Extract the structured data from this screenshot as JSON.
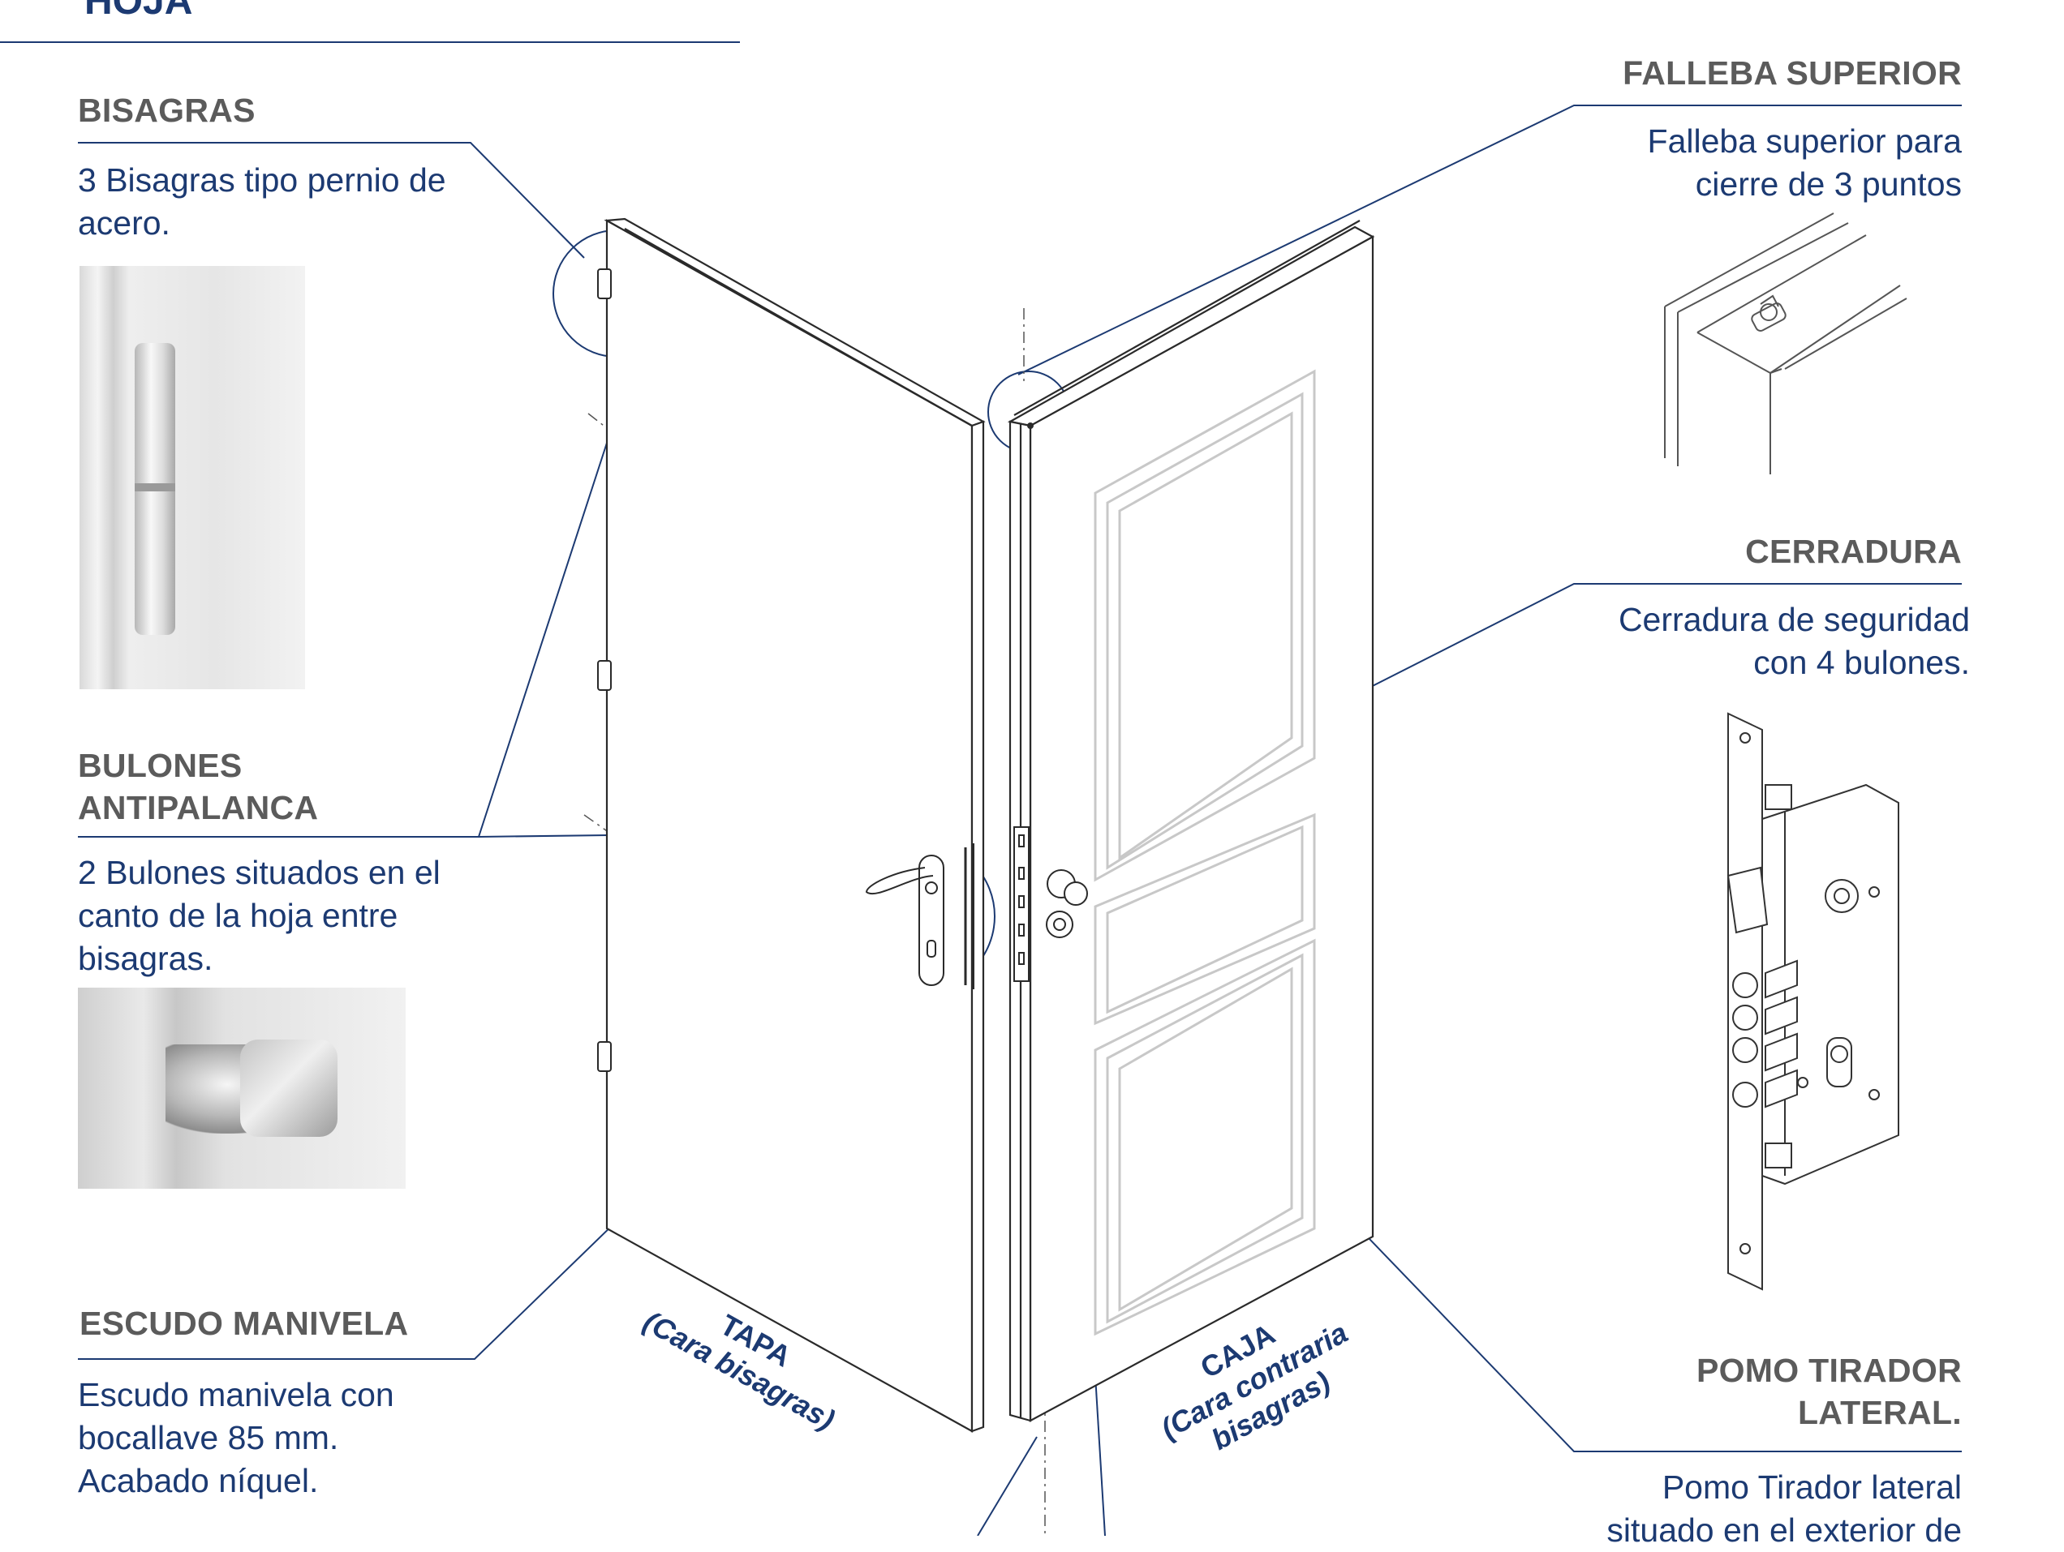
{
  "header": {
    "title": "HOJA"
  },
  "bisagras": {
    "heading": "BISAGRAS",
    "lines": [
      "3 Bisagras tipo pernio de",
      "acero."
    ]
  },
  "bulones": {
    "heading_lines": [
      "BULONES",
      "ANTIPALANCA"
    ],
    "lines": [
      "2 Bulones situados en el",
      "canto de la hoja entre",
      "bisagras."
    ]
  },
  "escudo": {
    "heading": "ESCUDO MANIVELA",
    "lines": [
      "Escudo manivela con",
      "bocallave 85 mm.",
      "Acabado níquel."
    ]
  },
  "falleba": {
    "heading": "FALLEBA SUPERIOR",
    "lines": [
      "Falleba superior para",
      "cierre de 3 puntos"
    ]
  },
  "cerradura": {
    "heading": "CERRADURA",
    "lines": [
      "Cerradura de seguridad",
      "con 4 bulones."
    ]
  },
  "pomo": {
    "heading_lines": [
      "POMO TIRADOR",
      "LATERAL."
    ],
    "lines": [
      "Pomo Tirador lateral",
      "situado en el exterior de"
    ]
  },
  "door_labels": {
    "tapa": {
      "title": "TAPA",
      "sub": "(Cara bisagras)"
    },
    "caja": {
      "title": "CAJA",
      "sub_lines": [
        "(Cara contraria",
        "bisagras)"
      ]
    }
  },
  "colors": {
    "navy": "#1c3a72",
    "heading_gray": "#5b5b5b",
    "line_dark": "#2a2a2a",
    "panel_gray": "#c8c8c8"
  }
}
